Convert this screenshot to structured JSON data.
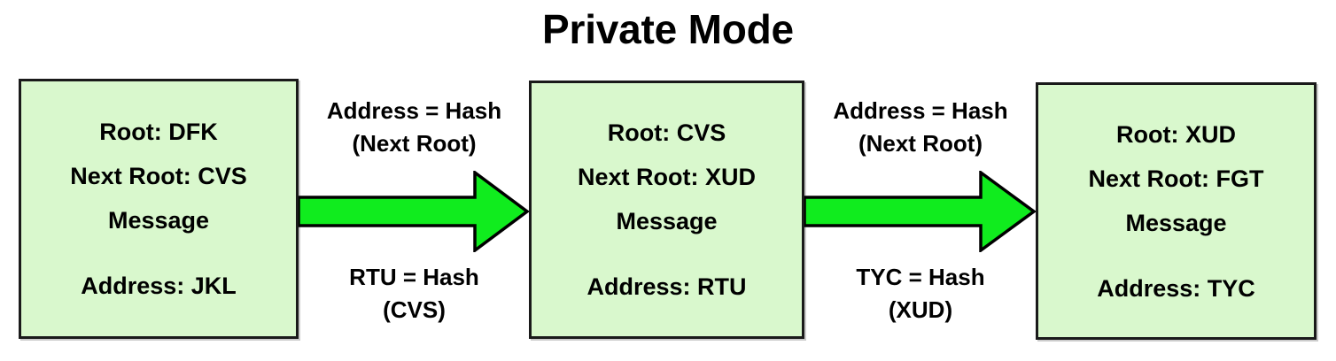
{
  "title": "Private Mode",
  "colors": {
    "box_fill": "#d9f8cd",
    "box_border": "#1a1a1a",
    "arrow_fill": "#10ec1e",
    "arrow_stroke": "#000000",
    "text": "#000000",
    "background": "#ffffff"
  },
  "boxes": [
    {
      "id": "state-1",
      "lines": [
        "Root: DFK",
        "Next Root: CVS",
        "Message",
        "",
        "Address: JKL"
      ],
      "root": "Root: DFK",
      "next_root": "Next Root: CVS",
      "message": "Message",
      "address": "Address: JKL"
    },
    {
      "id": "state-2",
      "lines": [
        "Root: CVS",
        "Next Root: XUD",
        "Message",
        "",
        "Address: RTU"
      ],
      "root": "Root: CVS",
      "next_root": "Next Root: XUD",
      "message": "Message",
      "address": "Address: RTU"
    },
    {
      "id": "state-3",
      "lines": [
        "Root: XUD",
        "Next Root: FGT",
        "Message",
        "",
        "Address: TYC"
      ],
      "root": "Root: XUD",
      "next_root": "Next Root: FGT",
      "message": "Message",
      "address": "Address: TYC"
    }
  ],
  "transitions": [
    {
      "id": "transition-1",
      "top_label_line1": "Address = Hash",
      "top_label_line2": "(Next Root)",
      "bottom_label_line1": "RTU = Hash",
      "bottom_label_line2": "(CVS)",
      "arrow": "right-arrow"
    },
    {
      "id": "transition-2",
      "top_label_line1": "Address = Hash",
      "top_label_line2": "(Next Root)",
      "bottom_label_line1": "TYC = Hash",
      "bottom_label_line2": "(XUD)",
      "arrow": "right-arrow"
    }
  ]
}
